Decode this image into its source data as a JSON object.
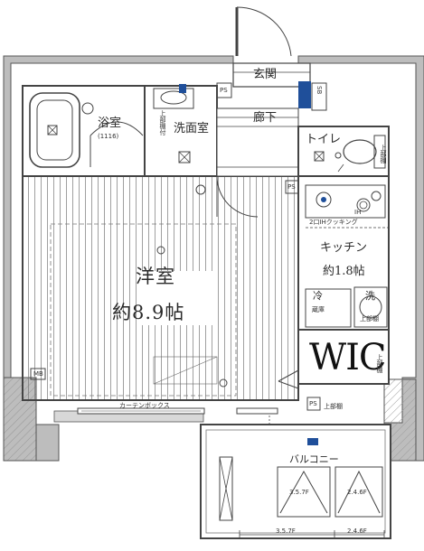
{
  "rooms": {
    "bathroom": {
      "name": "浴室",
      "size": "(1116)"
    },
    "washroom": {
      "name": "洗面室"
    },
    "entrance": {
      "name": "玄関"
    },
    "hallway": {
      "name": "廊下"
    },
    "toilet": {
      "name": "トイレ"
    },
    "western_room": {
      "name": "洋室",
      "size": "約8.9帖"
    },
    "kitchen": {
      "name": "キッチン",
      "size": "約1.8帖"
    },
    "wic": {
      "name": "WIC"
    },
    "balcony": {
      "name": "バルコニー"
    }
  },
  "fixtures": {
    "ps_labels": [
      "PS",
      "PS",
      "PS"
    ],
    "shoe_box": "SB",
    "fridge": "冷",
    "fridge_note": "蔵庫",
    "washer": "洗",
    "washer_note": "上部棚",
    "washroom_shelf": "上部棚付",
    "toilet_shelf": "上部棚",
    "stove": "IH",
    "stove_note": "2口IHクッキング",
    "wic_shelf": "上部棚",
    "ps_shelf": "上部棚",
    "curtain_box": "カーテンボックス",
    "outdoor_unit_left": "3.5.7F",
    "outdoor_unit_right": "2.4.6F",
    "dim_left": "3.5.7F",
    "dim_right": "2.4.6F",
    "mb": "MB"
  },
  "colors": {
    "wall": "#4a4a4a",
    "wall_fill": "#bfbfbf",
    "line": "#333333",
    "accent_blue": "#1f4f9a",
    "hatch": "#9a9a9a"
  }
}
